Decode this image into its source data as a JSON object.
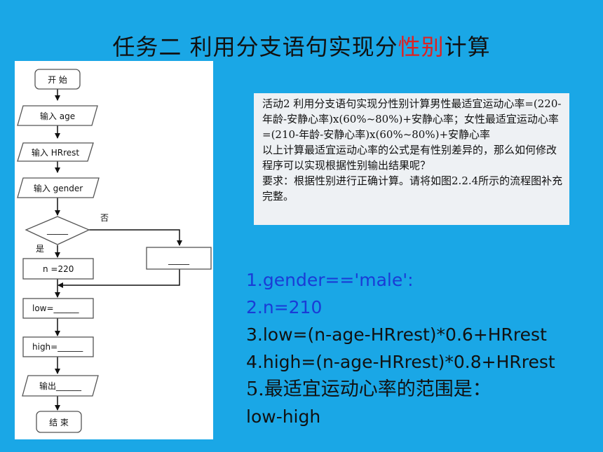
{
  "title": {
    "prefix": "任务二  利用分支语句实现分",
    "highlight": "性别",
    "suffix": "计算"
  },
  "flowchart": {
    "start": "开 始",
    "input_age": "输入 age",
    "input_hrrest": "输入 HRrest",
    "input_gender": "输入 gender",
    "condition_blank": "_____",
    "no_label": "否",
    "yes_label": "是",
    "n_assign": "n =220",
    "else_blank": "_____",
    "low": "low=______",
    "high": "high=______",
    "output": "输出______",
    "end": "结 束"
  },
  "activity": {
    "paragraphs": [
      "活动2 利用分支语句实现分性别计算男性最适宜运动心率=(220-年龄-安静心率)x(60%~80%)+安静心率；女性最适宜运动心率=(210-年龄-安静心率)x(60%~80%)+安静心率",
      "以上计算最适宜运动心率的公式是有性别差异的，那么如何修改程序可以实现根据性别输出结果呢？",
      "要求：根据性别进行正确计算。请将如图2.2.4所示的流程图补充完整。"
    ]
  },
  "answers": {
    "line1": "1.gender=='male':",
    "line2": "2.n=210",
    "line3": "3.low=(n-age-HRrest)*0.6+HRrest",
    "line4": "4.high=(n-age-HRrest)*0.8+HRrest",
    "line5": "5.最适宜运动心率的范围是：",
    "line6": "low-high"
  },
  "colors": {
    "background": "#1aa7e6",
    "highlight": "#e02020",
    "answer_blue": "#1a3bd6"
  }
}
